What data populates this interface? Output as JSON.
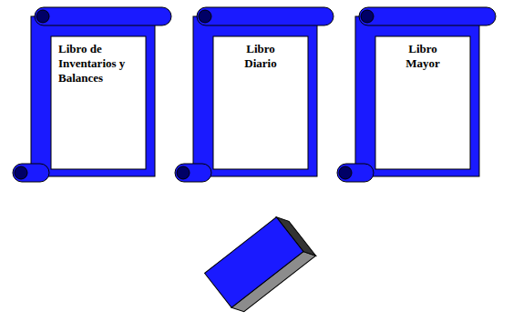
{
  "diagram": {
    "nodes": [
      {
        "text": [
          "Libro de Inventarios y Balances"
        ]
      },
      {
        "text": [
          "Libro Diario"
        ]
      },
      {
        "text": [
          "Libro Mayor"
        ]
      }
    ]
  }
}
